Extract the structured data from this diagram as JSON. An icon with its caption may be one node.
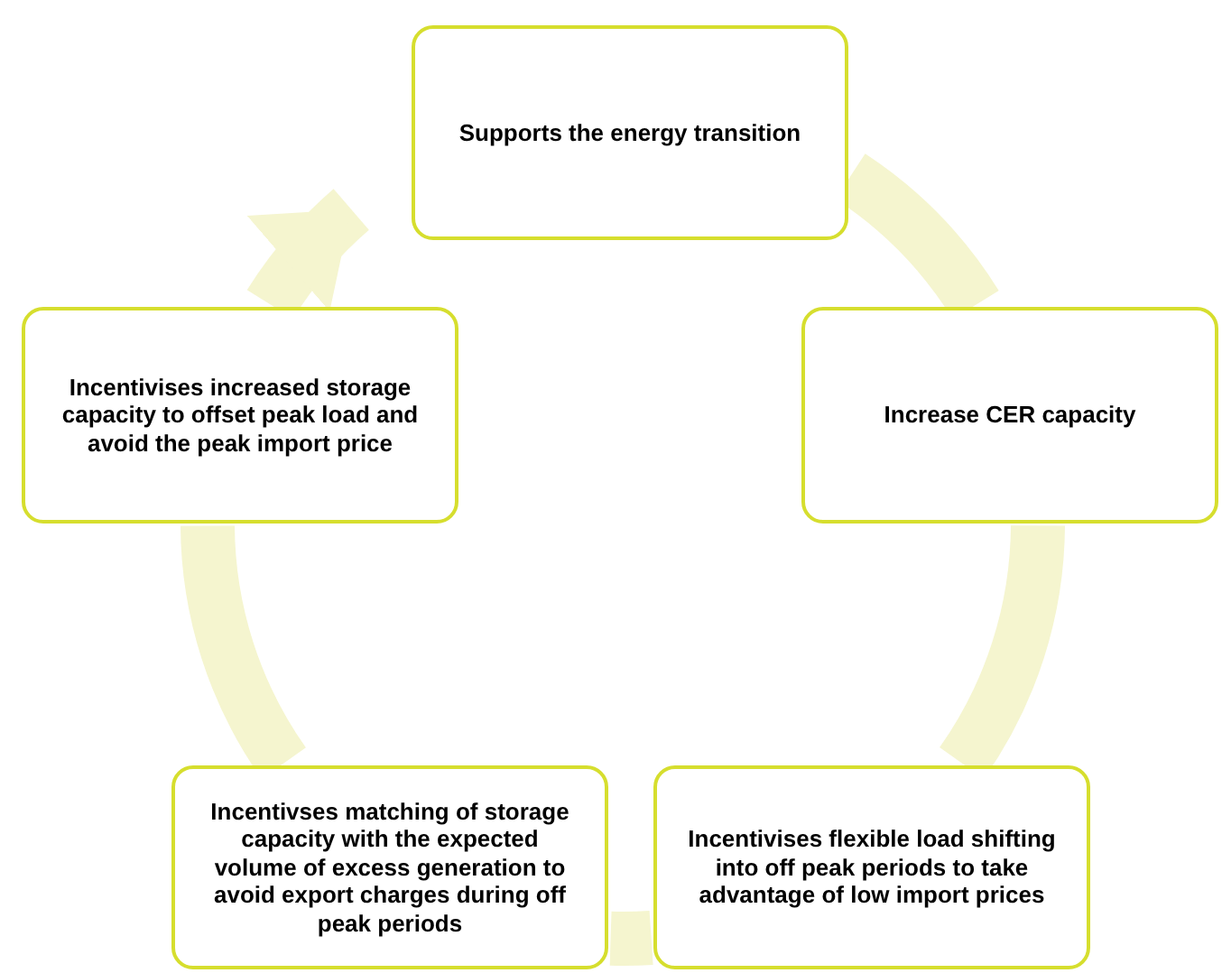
{
  "diagram": {
    "nodes": [
      {
        "text": [
          "Supports the energy transition"
        ]
      },
      {
        "text": [
          "Increase CER capacity"
        ]
      },
      {
        "text": [
          "Incentivises flexible load shifting into off peak periods to take advantage of low import prices"
        ]
      },
      {
        "text": [
          "Incentivses matching of storage capacity with the expected volume of excess generation to avoid export charges during off peak periods"
        ]
      },
      {
        "text": [
          "Incentivises increased storage capacity to offset peak load and avoid the peak import price"
        ]
      }
    ],
    "edges": [
      {
        "from": 0,
        "to": 1,
        "arrow": "none"
      },
      {
        "from": 1,
        "to": 2,
        "arrow": "none"
      },
      {
        "from": 2,
        "to": 3,
        "arrow": "none"
      },
      {
        "from": 3,
        "to": 4,
        "arrow": "none"
      },
      {
        "from": 4,
        "to": 0,
        "arrow": "to"
      }
    ]
  }
}
